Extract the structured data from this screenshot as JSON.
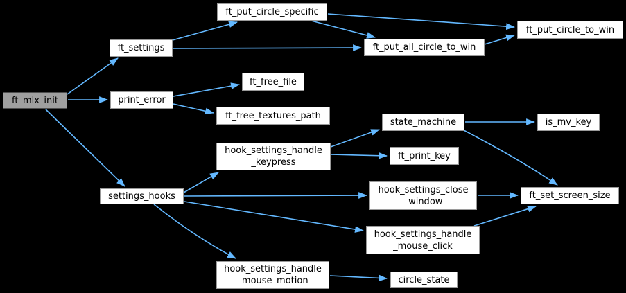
{
  "diagram": {
    "type": "call-graph",
    "root": "ft_mlx_init",
    "colors": {
      "background": "#000000",
      "edge": "#63b8ff",
      "node_fill": "#ffffff",
      "node_border": "#9a9a9a",
      "root_fill": "#9f9f9f",
      "root_border": "#4d4d4d",
      "text": "#000000"
    },
    "nodes": {
      "ft_mlx_init": {
        "label": "ft_mlx_init"
      },
      "ft_settings": {
        "label": "ft_settings"
      },
      "ft_put_circle_specific": {
        "label": "ft_put_circle_specific"
      },
      "ft_put_all_circle_to_win": {
        "label": "ft_put_all_circle_to_win"
      },
      "ft_put_circle_to_win": {
        "label": "ft_put_circle_to_win"
      },
      "print_error": {
        "label": "print_error"
      },
      "ft_free_file": {
        "label": "ft_free_file"
      },
      "ft_free_textures_path": {
        "label": "ft_free_textures_path"
      },
      "state_machine": {
        "label": "state_machine"
      },
      "is_mv_key": {
        "label": "is_mv_key"
      },
      "hook_settings_handle_keypress": {
        "label": "hook_settings_handle\n_keypress"
      },
      "ft_print_key": {
        "label": "ft_print_key"
      },
      "settings_hooks": {
        "label": "settings_hooks"
      },
      "hook_settings_close_window": {
        "label": "hook_settings_close\n_window"
      },
      "hook_settings_handle_mouse_click": {
        "label": "hook_settings_handle\n_mouse_click"
      },
      "ft_set_screen_size": {
        "label": "ft_set_screen_size"
      },
      "hook_settings_handle_mouse_motion": {
        "label": "hook_settings_handle\n_mouse_motion"
      },
      "circle_state": {
        "label": "circle_state"
      }
    },
    "edges": [
      {
        "from": "ft_mlx_init",
        "to": "ft_settings"
      },
      {
        "from": "ft_mlx_init",
        "to": "print_error"
      },
      {
        "from": "ft_mlx_init",
        "to": "settings_hooks"
      },
      {
        "from": "ft_settings",
        "to": "ft_put_circle_specific"
      },
      {
        "from": "ft_settings",
        "to": "ft_put_all_circle_to_win"
      },
      {
        "from": "ft_put_circle_specific",
        "to": "ft_put_circle_to_win"
      },
      {
        "from": "ft_put_circle_specific",
        "to": "ft_put_all_circle_to_win"
      },
      {
        "from": "ft_put_all_circle_to_win",
        "to": "ft_put_circle_to_win"
      },
      {
        "from": "print_error",
        "to": "ft_free_file"
      },
      {
        "from": "print_error",
        "to": "ft_free_textures_path"
      },
      {
        "from": "settings_hooks",
        "to": "hook_settings_handle_keypress"
      },
      {
        "from": "settings_hooks",
        "to": "hook_settings_close_window"
      },
      {
        "from": "settings_hooks",
        "to": "hook_settings_handle_mouse_click"
      },
      {
        "from": "settings_hooks",
        "to": "hook_settings_handle_mouse_motion"
      },
      {
        "from": "hook_settings_handle_keypress",
        "to": "state_machine"
      },
      {
        "from": "hook_settings_handle_keypress",
        "to": "ft_print_key"
      },
      {
        "from": "state_machine",
        "to": "is_mv_key"
      },
      {
        "from": "state_machine",
        "to": "ft_set_screen_size"
      },
      {
        "from": "hook_settings_close_window",
        "to": "ft_set_screen_size"
      },
      {
        "from": "hook_settings_handle_mouse_click",
        "to": "ft_set_screen_size"
      },
      {
        "from": "hook_settings_handle_mouse_motion",
        "to": "circle_state"
      }
    ]
  }
}
